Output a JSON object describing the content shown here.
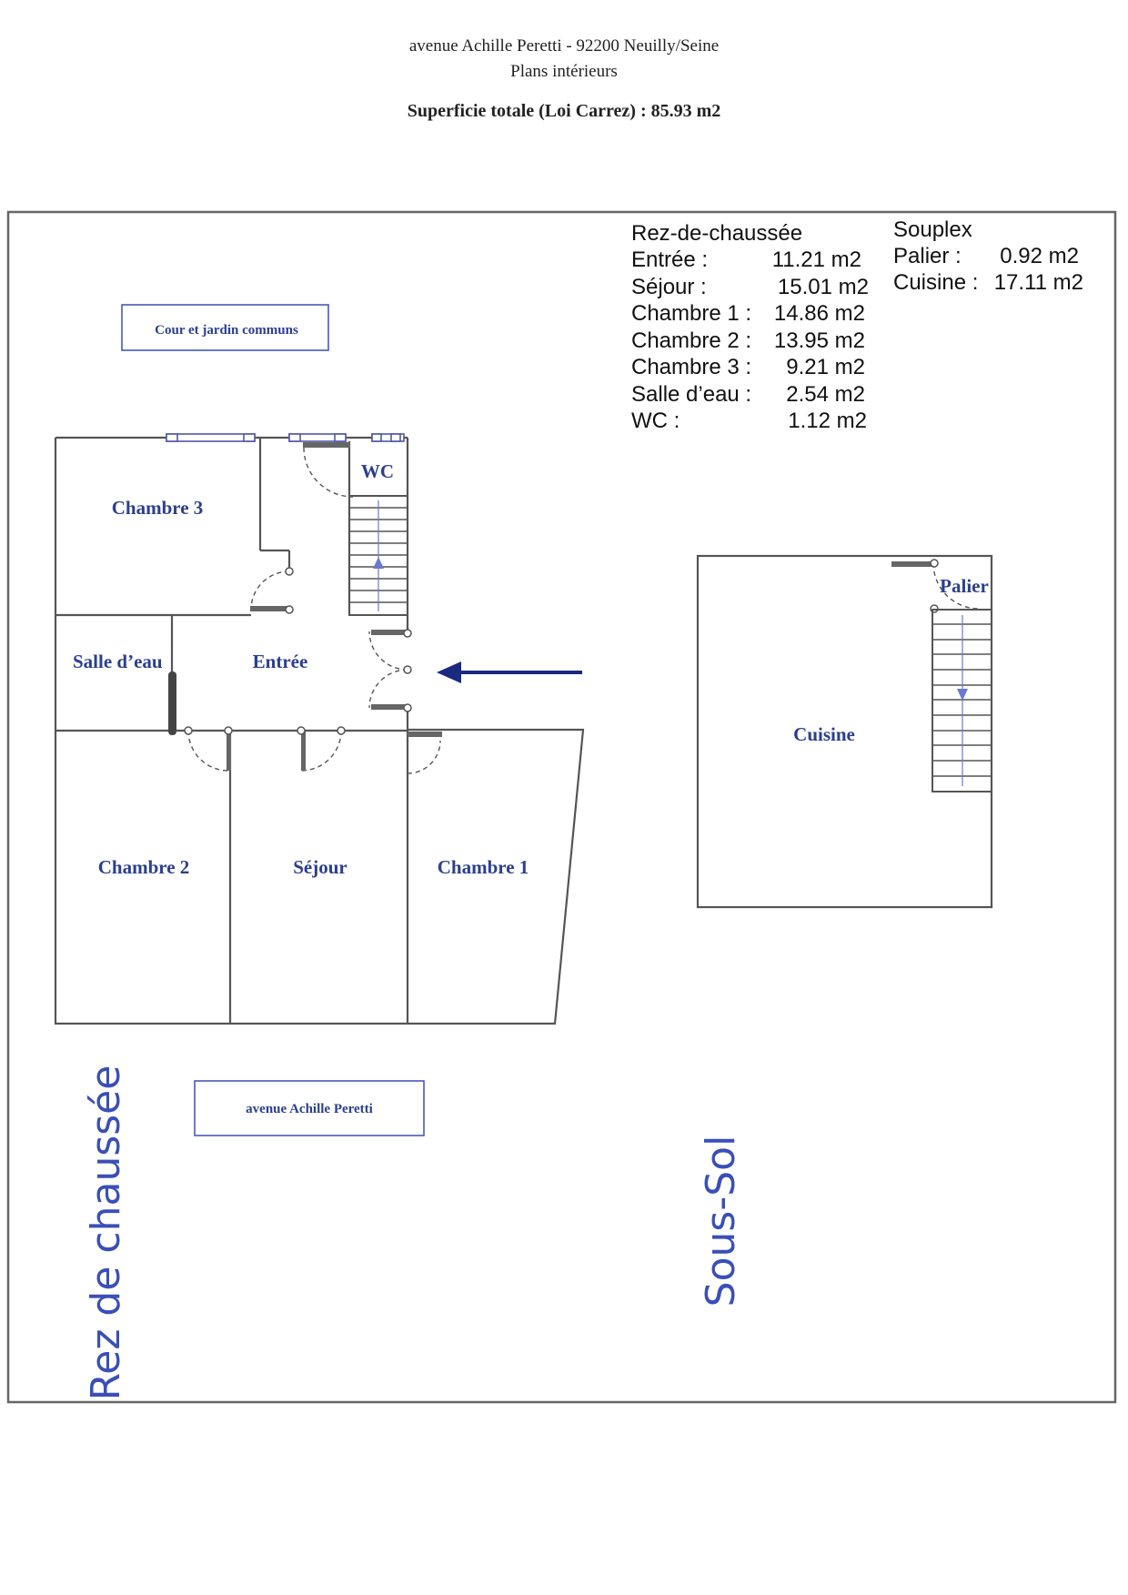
{
  "header": {
    "address_line": "avenue Achille Peretti - 92200 Neuilly/Seine",
    "subtitle": "Plans intérieurs",
    "total_area": "Superficie totale (Loi Carrez) : 85.93 m2"
  },
  "rooms": {
    "chambre3": "Chambre 3",
    "wc": "WC",
    "salle_eau": "Salle d’eau",
    "entree": "Entrée",
    "chambre2": "Chambre 2",
    "sejour": "Séjour",
    "chambre1": "Chambre 1",
    "palier": "Palier",
    "cuisine": "Cuisine"
  },
  "signs": {
    "cour": "Cour et jardin communs",
    "avenue": "avenue Achille Peretti"
  },
  "side_labels": {
    "rez": "Rez de chaussée",
    "sous_sol": "Sous-Sol"
  },
  "areas": {
    "rdc_title": "Rez-de-chaussée",
    "rdc": [
      {
        "label": "Entrée :",
        "value": "11.21 m2"
      },
      {
        "label": "Séjour :",
        "value": "15.01 m2"
      },
      {
        "label": "Chambre 1 :",
        "value": "14.86 m2"
      },
      {
        "label": "Chambre 2 :",
        "value": "13.95 m2"
      },
      {
        "label": "Chambre 3 :",
        "value": "9.21 m2"
      },
      {
        "label": "Salle d’eau :",
        "value": "2.54 m2"
      },
      {
        "label": "WC :",
        "value": "1.12 m2"
      }
    ],
    "souplex_title": "Souplex",
    "souplex": [
      {
        "label": "Palier :",
        "value": "0.92 m2"
      },
      {
        "label": "Cuisine :",
        "value": "17.11 m2"
      }
    ]
  },
  "colors": {
    "label_blue": "#2b3f91",
    "side_blue": "#3a4fb8",
    "arrow_navy": "#1a2a80"
  }
}
